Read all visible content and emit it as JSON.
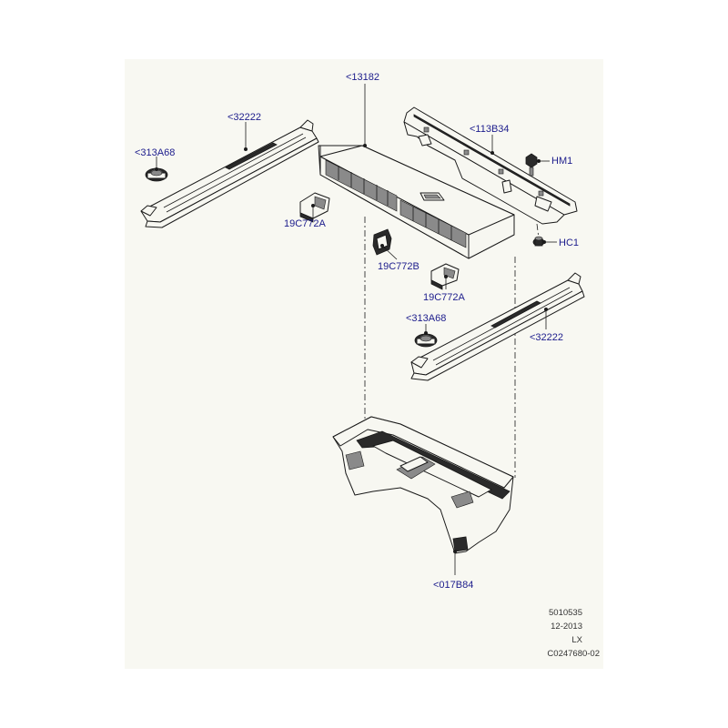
{
  "callouts": {
    "c_13182": "<13182",
    "c_32222_top": "<32222",
    "c_313A68_top": "<313A68",
    "c_113B34": "<113B34",
    "c_HM1": "HM1",
    "c_19C772A_left": "19C772A",
    "c_HC1": "HC1",
    "c_19C772B": "19C772B",
    "c_19C772A_right": "19C772A",
    "c_313A68_bottom": "<313A68",
    "c_32222_bottom": "<32222",
    "c_017B84": "<017B84"
  },
  "footer": {
    "line1": "5010535",
    "line2": "12-2013",
    "line3": "LX",
    "line4": "C0247680-02"
  },
  "colors": {
    "callout_text": "#1c1c8c",
    "background_panel": "#f8f8f2",
    "linework": "#1a1a1a"
  }
}
